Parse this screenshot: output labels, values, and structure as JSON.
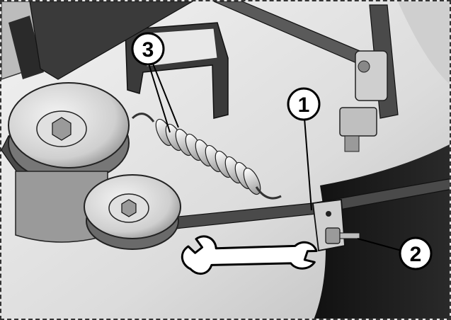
{
  "callouts": [
    {
      "label": "1",
      "part": "belt-guide"
    },
    {
      "label": "2",
      "part": "adjusting-bolt"
    },
    {
      "label": "3",
      "part": "tension-spring"
    }
  ],
  "icons": {
    "tool": "wrench-icon"
  },
  "colors": {
    "callout_fill": "#ffffff",
    "callout_stroke": "#000000",
    "belt": "#3a3a3a",
    "metal_light": "#d9d9d9",
    "metal_dark": "#555555"
  }
}
